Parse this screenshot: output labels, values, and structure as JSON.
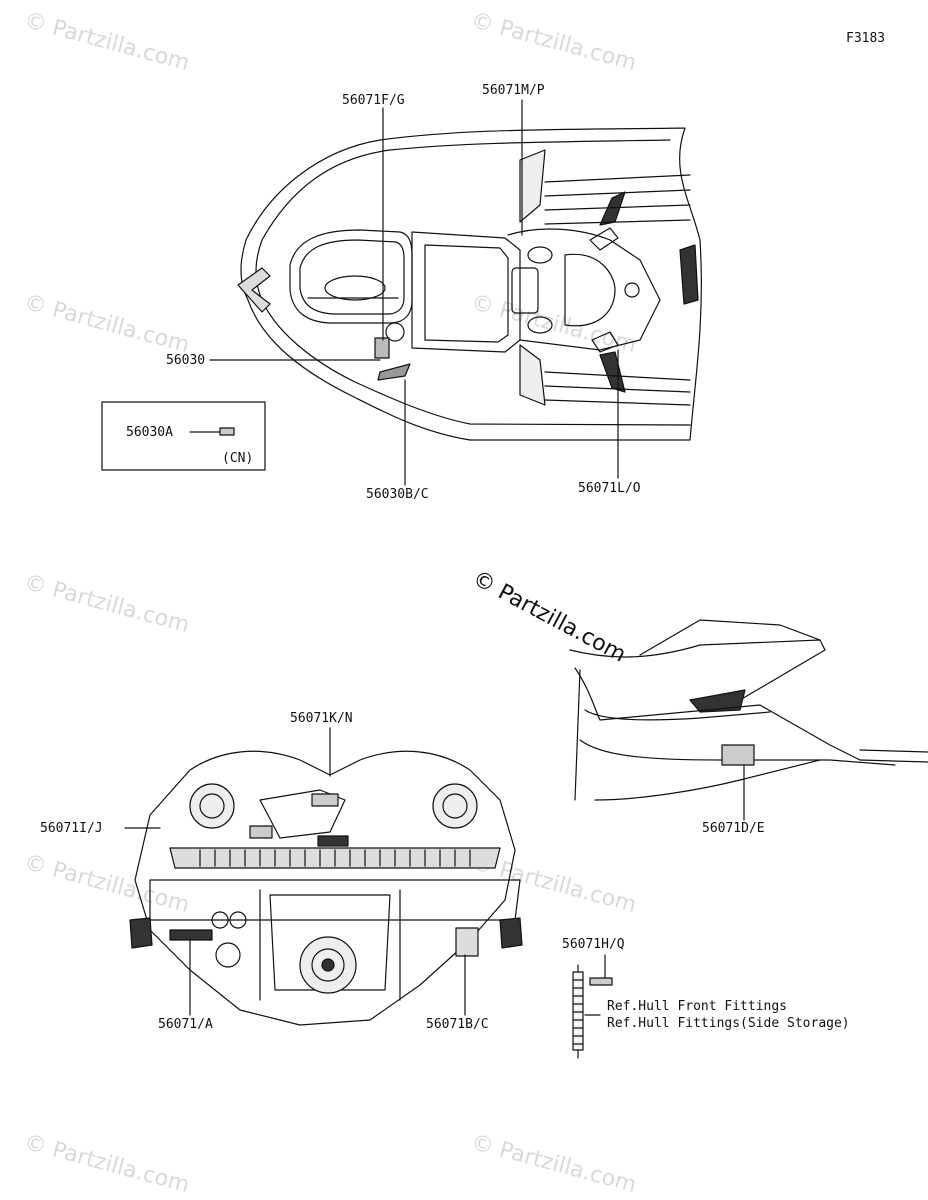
{
  "figure_code": "F3183",
  "watermark_text": "© Partzilla.com",
  "watermark_main": "© Partzilla.com",
  "callouts": {
    "p56071FG": "56071F/G",
    "p56071MP": "56071M/P",
    "p56030": "56030",
    "p56030A": "56030A",
    "cn": "(CN)",
    "p56030BC": "56030B/C",
    "p56071LO": "56071L/O",
    "p56071KN": "56071K/N",
    "p56071IJ": "56071I/J",
    "p56071DE": "56071D/E",
    "p56071HQ": "56071H/Q",
    "p56071A": "56071/A",
    "p56071BC": "56071B/C"
  },
  "references": {
    "ref1": "Ref.Hull Front Fittings",
    "ref2": "Ref.Hull Fittings(Side Storage)"
  }
}
